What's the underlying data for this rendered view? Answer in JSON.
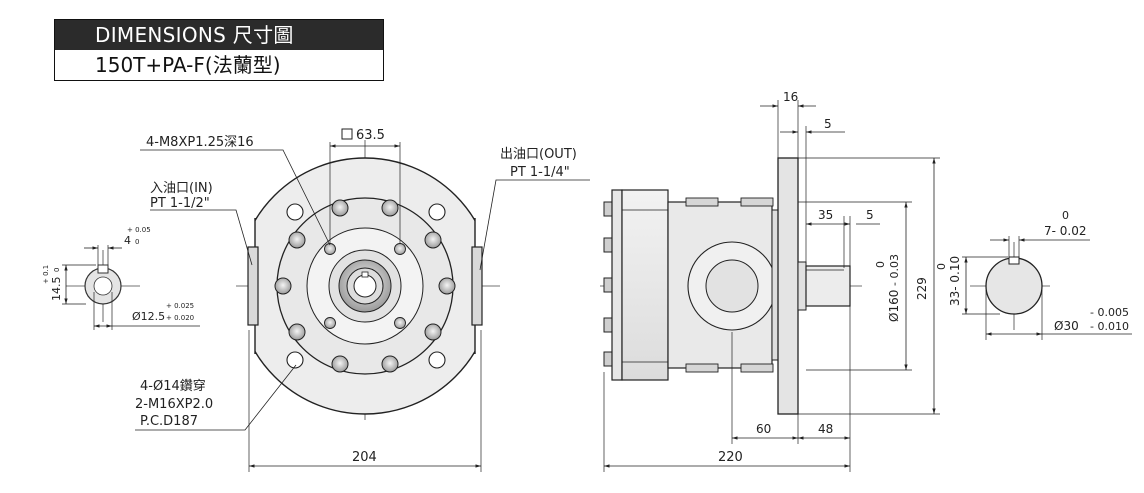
{
  "header": {
    "title": "DIMENSIONS  尺寸圖",
    "model": "150T+PA-F(法蘭型)"
  },
  "labels": {
    "thread_holes": "4-M8XP1.25深16",
    "square": "63.5",
    "inlet_name": "入油口(IN)",
    "inlet_size": "PT  1-1/2\"",
    "outlet_name": "出油口(OUT)",
    "outlet_size": "PT  1-1/4\"",
    "mount_holes": "4-Ø14鑽穿",
    "mount_thread": "2-M16XP2.0",
    "pcd": "P.C.D187",
    "width_front": "204",
    "dim_16": "16",
    "dim_5_top": "5",
    "dim_35": "35",
    "dim_5_mid": "5",
    "dia_160": "Ø160",
    "tol_160_upper": "0",
    "tol_160_lower": "- 0.03",
    "dim_229": "229",
    "dim_60": "60",
    "dim_48": "48",
    "dim_220": "220",
    "key_4": "4",
    "key_4_tol_upper": "+ 0.05",
    "key_4_tol_lower": "0",
    "key_145": "14.5",
    "key_145_tol_upper": "+ 0.1",
    "key_145_tol_lower": "0",
    "dia_125": "Ø12.5",
    "dia_125_tol_upper": "+ 0.025",
    "dia_125_tol_lower": "+ 0.020",
    "shaft_7_tol_upper": "0",
    "shaft_7": "7- 0.02",
    "shaft_33": "33- 0.10",
    "shaft_33_tol_upper": "0",
    "dia_30": "Ø30",
    "dia_30_tol_upper": "- 0.005",
    "dia_30_tol_lower": "- 0.010"
  }
}
